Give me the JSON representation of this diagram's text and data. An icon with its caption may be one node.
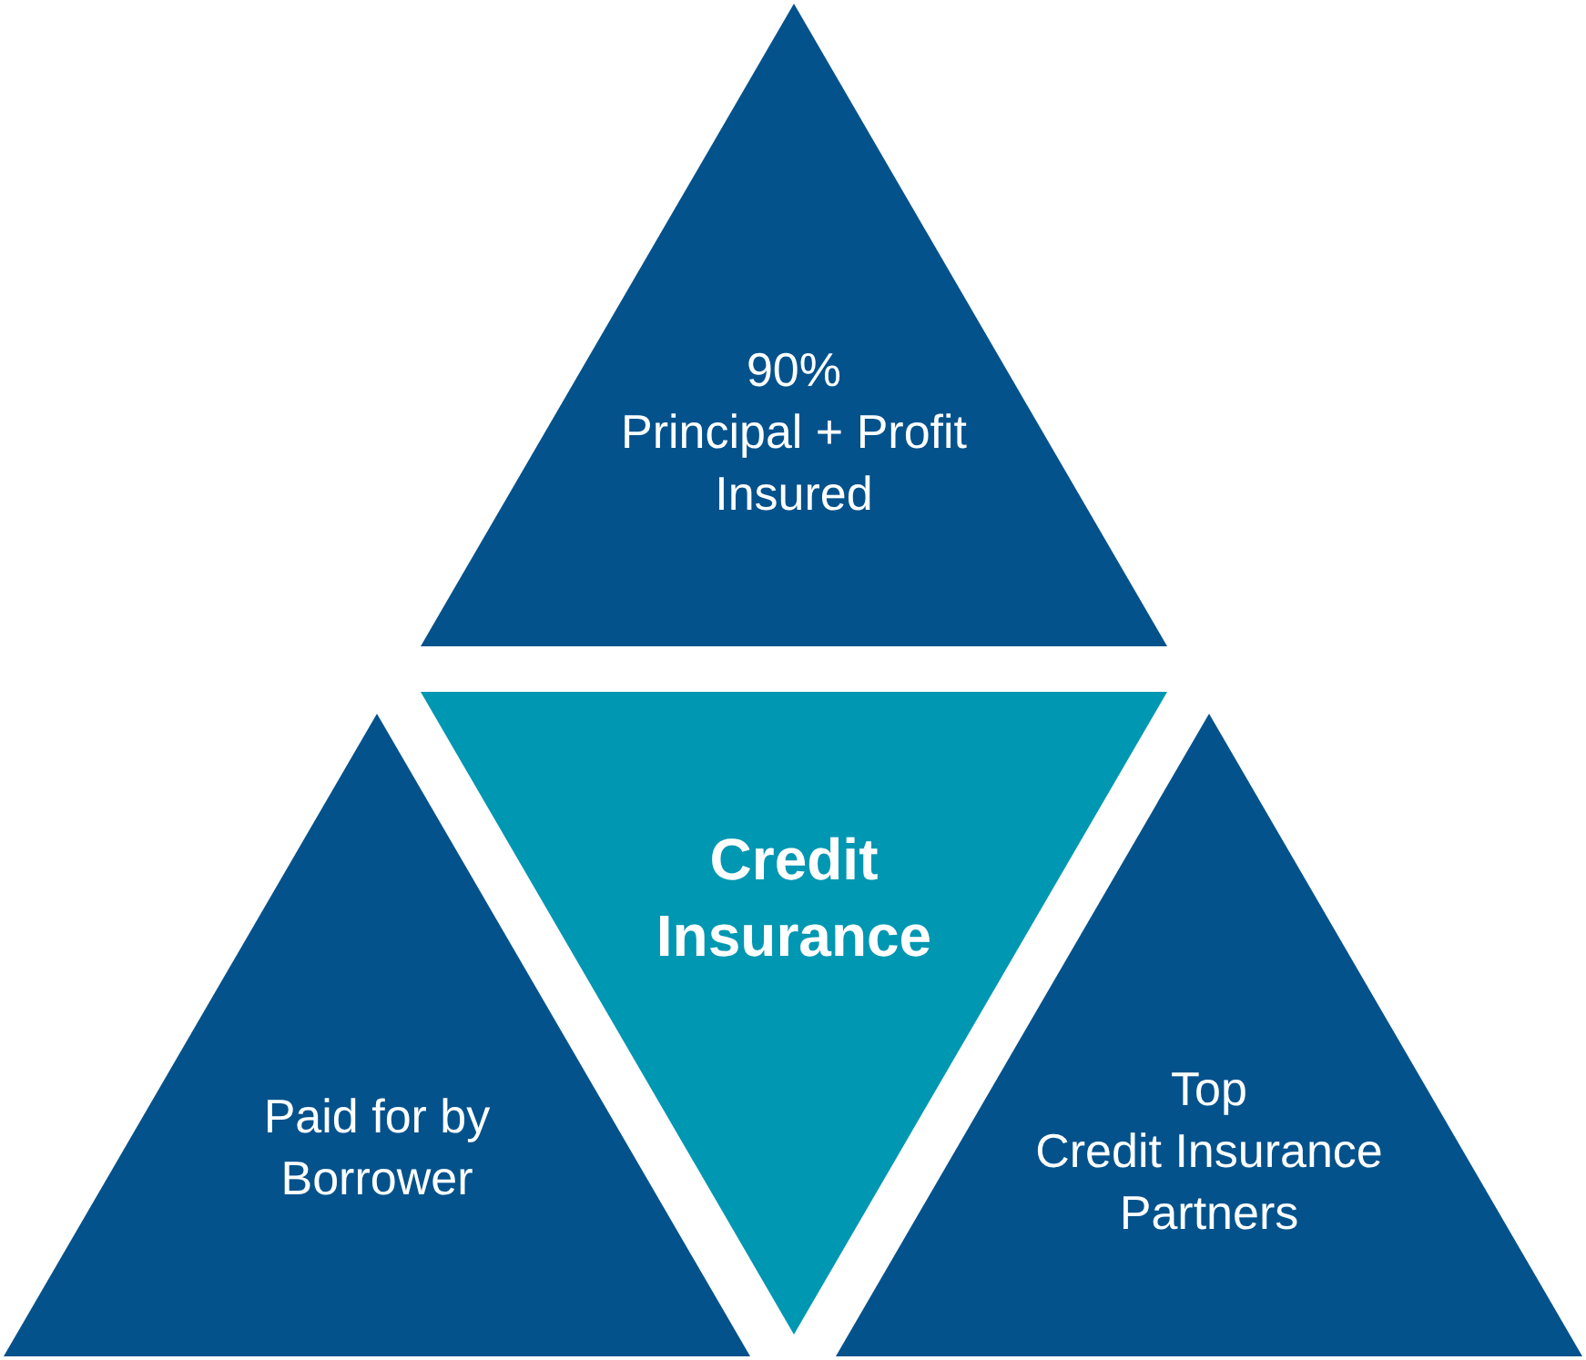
{
  "diagram": {
    "nodes": [
      {
        "text": [
          "90%",
          "Principal + Profit",
          "Insured"
        ]
      },
      {
        "text": [
          "Credit Insurance"
        ]
      },
      {
        "text": [
          "Paid for by Borrower"
        ]
      },
      {
        "text": [
          "Top",
          "Credit Insurance Partners"
        ]
      }
    ]
  }
}
